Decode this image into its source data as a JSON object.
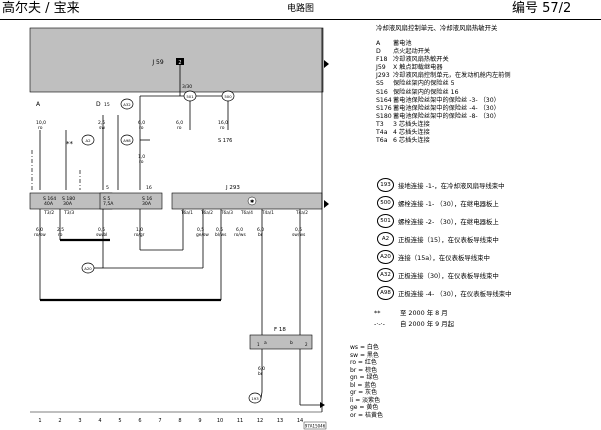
{
  "header": {
    "left_title": "高尔夫 / 宝来",
    "center_title": "电路图",
    "right_title": "编号 57/2"
  },
  "legend": {
    "title": "冷却液风扇控制单元、冷却液风扇热敏开关",
    "items": [
      {
        "code": "A",
        "text": "蓄电池"
      },
      {
        "code": "D",
        "text": "点火起动开关"
      },
      {
        "code": "F18",
        "text": "冷却液风扇热敏开关"
      },
      {
        "code": "J59",
        "text": "X 触点卸载继电器"
      },
      {
        "code": "J293",
        "text": "冷却液风扇控制单元，在发动机舱内左前侧"
      },
      {
        "code": "S5",
        "text": "保险丝架内的保险丝 5"
      },
      {
        "code": "S16",
        "text": "保险丝架内的保险丝 16"
      },
      {
        "code": "S164",
        "text": "蓄电池保险丝架中的保险丝 -3- （30）"
      },
      {
        "code": "S176",
        "text": "蓄电池保险丝架中的保险丝 -4- （30）"
      },
      {
        "code": "S180",
        "text": "蓄电池保险丝架中的保险丝 -8- （30）"
      },
      {
        "code": "T3",
        "text": "3 芯插头连接"
      },
      {
        "code": "T4a",
        "text": "4 芯插头连接"
      },
      {
        "code": "T6a",
        "text": "6 芯插头连接"
      }
    ],
    "connections": [
      {
        "id": "193",
        "text": "接地连接 -1-，在冷却液风扇导线束中"
      },
      {
        "id": "500",
        "text": "螺栓连接 -1- （30），在继电器板上"
      },
      {
        "id": "501",
        "text": "螺栓连接 -2- （30），在继电器板上"
      },
      {
        "id": "A2",
        "text": "正极连接（15），在仪表板导线束中"
      },
      {
        "id": "A20",
        "text": "连接（15a），在仪表板导线束中"
      },
      {
        "id": "A32",
        "text": "正极连接（30），在仪表板导线束中"
      },
      {
        "id": "A98",
        "text": "正极连接 -4- （30），在仪表板导线束中"
      }
    ],
    "notes": [
      {
        "symbol": "**",
        "text": "至 2000 年 8 月"
      },
      {
        "symbol": "-·-·-",
        "text": "自 2000 年 9 月起"
      }
    ],
    "wire_colors": [
      "ws = 白色",
      "sw = 黑色",
      "ro = 红色",
      "br = 棕色",
      "gn = 绿色",
      "bl = 蓝色",
      "gr = 灰色",
      "li = 淡紫色",
      "ge = 黄色",
      "or = 桔黄色"
    ]
  },
  "diagram": {
    "relay_label": "J 59",
    "relay_num": "2",
    "relay_pin": "3/30",
    "control_unit_label": "J 293",
    "switch_label": "F 18",
    "switch_pin_a": "a",
    "switch_pin_b": "b",
    "switch_pin_1": "1",
    "switch_pin_2": "2",
    "a_label": "A",
    "d_label": "D",
    "d_pin": "15",
    "a_wire": "10,0\nro",
    "d_wire": "2,5\nsw",
    "double_star": "**",
    "s176": "S 176",
    "s176_wire": "16,0\nro",
    "s501_wire": "6,0\nro",
    "fuses": [
      {
        "name": "S 164",
        "rating": "40A",
        "pin": "T3/2"
      },
      {
        "name": "S 180",
        "rating": "30A",
        "pin": "T3/3"
      },
      {
        "name": "S 5",
        "rating": "7,5A",
        "pin": "5"
      },
      {
        "name": "S 16",
        "rating": "30A",
        "pin": "16"
      }
    ],
    "j293_pins": [
      "T6a/1",
      "T6a/2",
      "T6a/3",
      "T6a/4",
      "T4a/1",
      "T4a/2"
    ],
    "bottom_wires": [
      "6,0\nro/sw",
      "2,5\nro",
      "0,5\nsw/bl",
      "1,0\nro/gr",
      "0,5\nge/sw",
      "0,5\nbl/ws",
      "6,0\nro/ws",
      "6,0\nbr",
      "0,5\nsw/ws"
    ],
    "mid_wire": "1,0\nro",
    "ring_labels": [
      "501",
      "500",
      "A32",
      "A98",
      "A2",
      "A20",
      "193"
    ],
    "footer_numbers": [
      "1",
      "2",
      "3",
      "4",
      "5",
      "6",
      "7",
      "8",
      "9",
      "10",
      "11",
      "12",
      "13",
      "14"
    ],
    "footer_code": "97A15046"
  }
}
